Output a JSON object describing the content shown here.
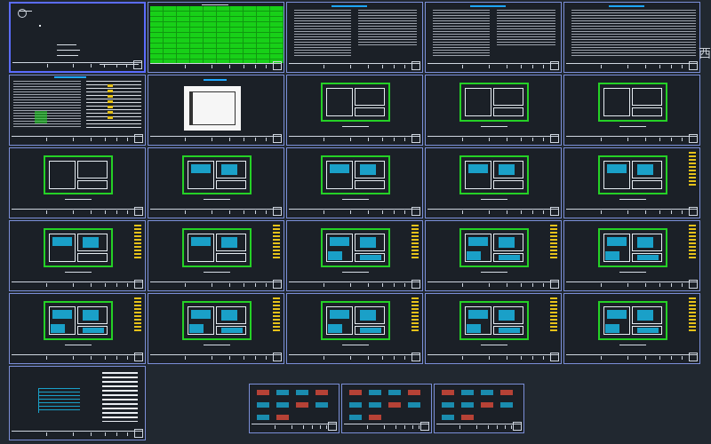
{
  "app": {
    "side_tab_glyph": "西"
  },
  "colors": {
    "background": "#212830",
    "sheet_border": "#7b8fd8",
    "selected_border": "#5b6cff",
    "wall_green": "#25d126",
    "accent_cyan": "#1aa0c8",
    "title_bar_blue": "#1ea7ff"
  },
  "sheets": [
    {
      "name": "cover-sheet",
      "kind": "cover"
    },
    {
      "name": "drawing-index-sheet",
      "kind": "green-table"
    },
    {
      "name": "design-notes-sheet-1",
      "kind": "text"
    },
    {
      "name": "design-notes-sheet-2",
      "kind": "text"
    },
    {
      "name": "design-notes-sheet-3",
      "kind": "text"
    },
    {
      "name": "material-table-sheet",
      "kind": "table"
    },
    {
      "name": "detail-sheet",
      "kind": "white-detail"
    },
    {
      "name": "plan-sheet-1",
      "kind": "plan"
    },
    {
      "name": "plan-sheet-2",
      "kind": "plan"
    },
    {
      "name": "plan-sheet-3",
      "kind": "plan"
    },
    {
      "name": "plan-sheet-4",
      "kind": "plan"
    },
    {
      "name": "plan-sheet-5",
      "kind": "plan"
    },
    {
      "name": "plan-sheet-6",
      "kind": "plan"
    },
    {
      "name": "plan-sheet-7",
      "kind": "plan"
    },
    {
      "name": "plan-sheet-8",
      "kind": "plan"
    },
    {
      "name": "plan-sheet-9",
      "kind": "plan"
    },
    {
      "name": "plan-sheet-10",
      "kind": "plan"
    },
    {
      "name": "plan-sheet-11",
      "kind": "plan"
    },
    {
      "name": "plan-sheet-12",
      "kind": "plan"
    },
    {
      "name": "plan-sheet-13",
      "kind": "plan"
    },
    {
      "name": "plan-sheet-14",
      "kind": "plan"
    },
    {
      "name": "plan-sheet-15",
      "kind": "plan"
    },
    {
      "name": "plan-sheet-16",
      "kind": "plan"
    },
    {
      "name": "plan-sheet-17",
      "kind": "plan"
    },
    {
      "name": "plan-sheet-18",
      "kind": "plan"
    },
    {
      "name": "system-diagram-sheet",
      "kind": "diagram"
    },
    {
      "name": "detail-strip-sheet-1",
      "kind": "details"
    },
    {
      "name": "detail-strip-sheet-2",
      "kind": "details"
    },
    {
      "name": "detail-strip-sheet-3",
      "kind": "details"
    }
  ]
}
